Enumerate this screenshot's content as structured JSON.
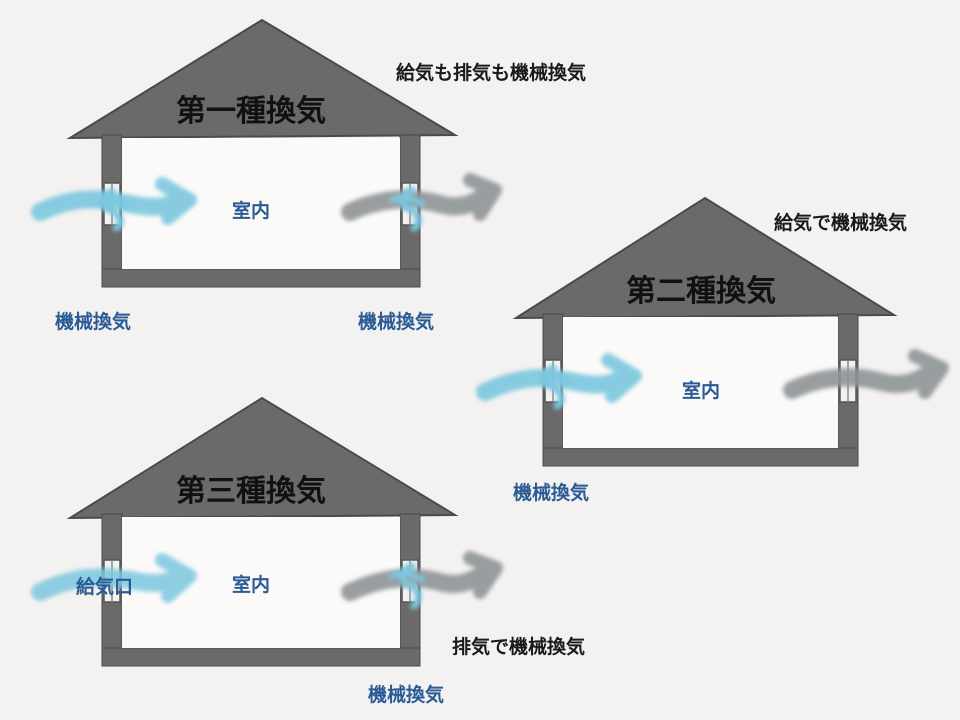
{
  "diagrams": [
    {
      "title": "第一種換気",
      "caption": "給気も排気も機械換気",
      "room_label": "室内",
      "left_label": "機械換気",
      "right_label": "機械換気"
    },
    {
      "title": "第二種換気",
      "caption": "給気で機械換気",
      "room_label": "室内",
      "left_label": "機械換気"
    },
    {
      "title": "第三種換気",
      "caption": "排気で機械換気",
      "room_label": "室内",
      "inlet_label": "給気口",
      "right_label": "機械換気"
    }
  ],
  "colors": {
    "background": "#f4f2f1",
    "house": "#6a6a6a",
    "supply_air": "#7cc7df",
    "exhaust_air": "#8f9497",
    "label_blue": "#2a5b94"
  }
}
